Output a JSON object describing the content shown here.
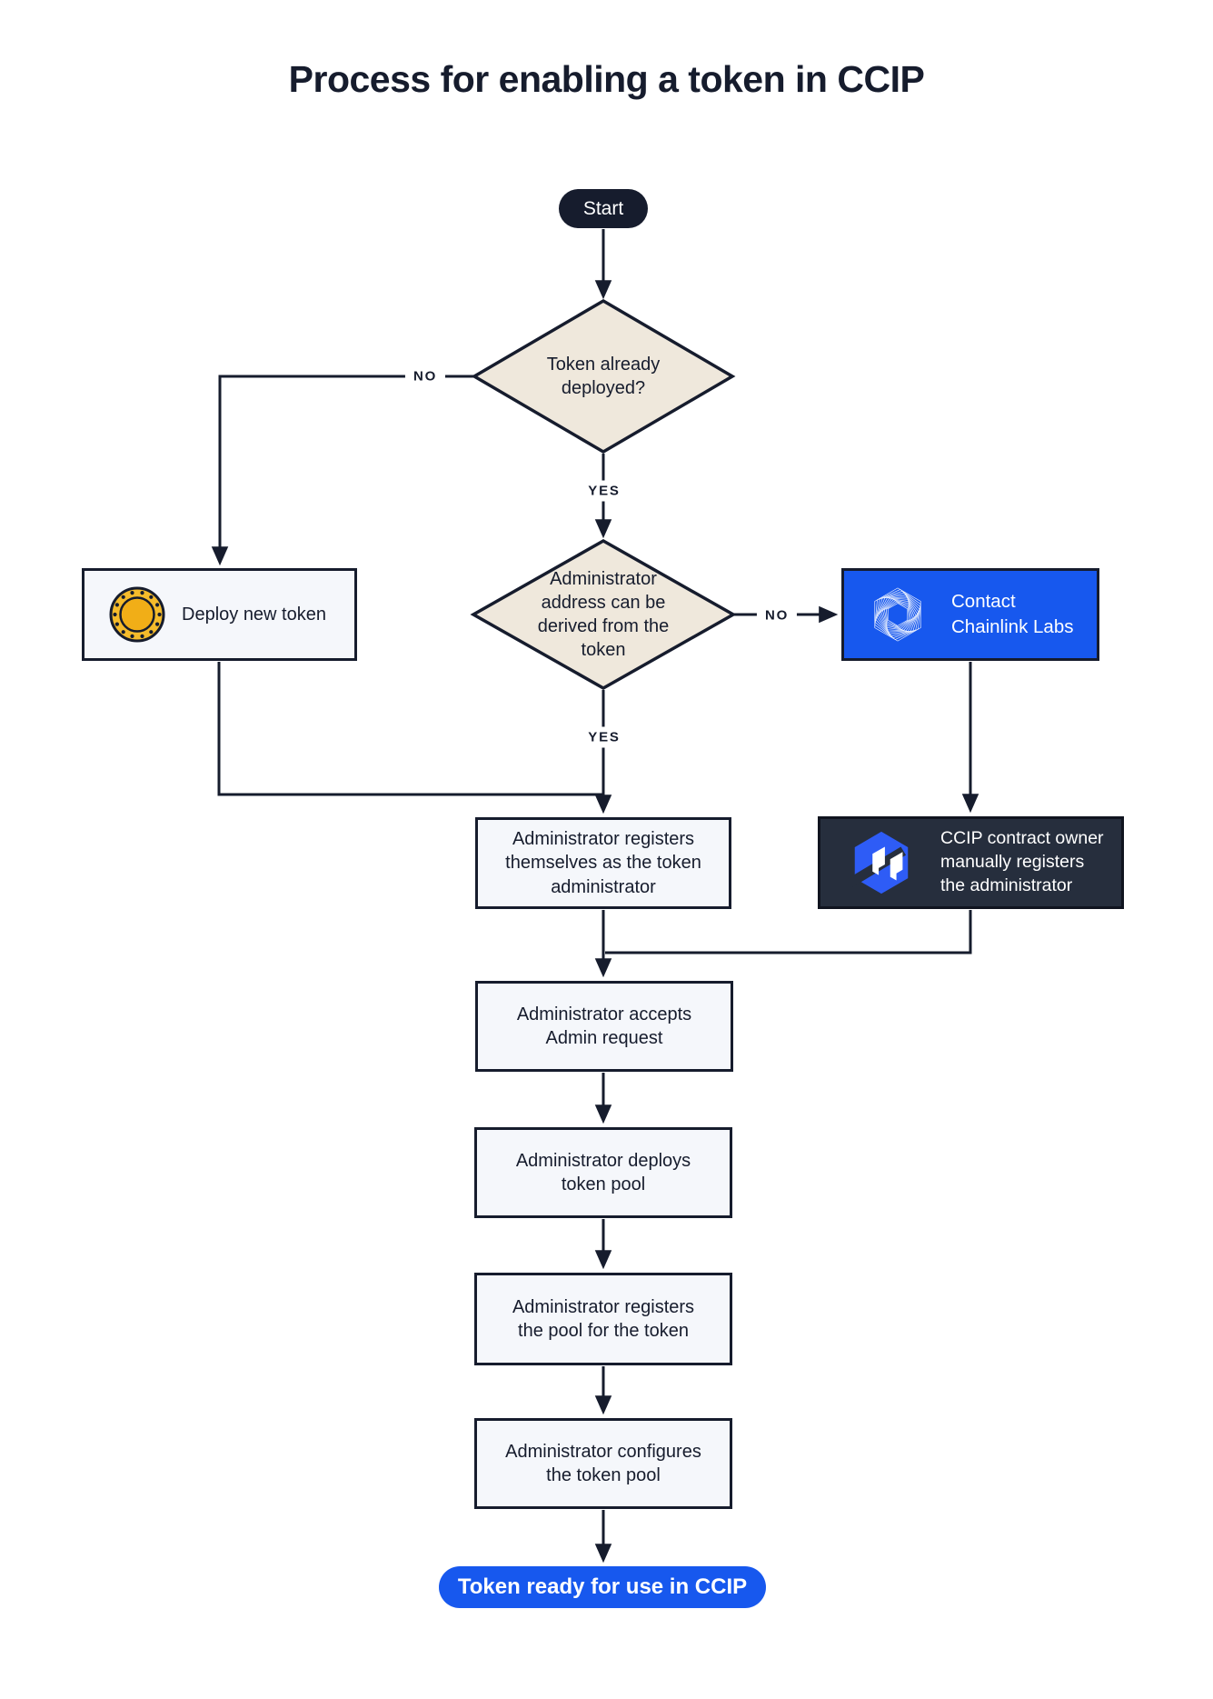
{
  "title": "Process for enabling a token in CCIP",
  "colors": {
    "ink": "#161C2D",
    "boxBg": "#F5F7FB",
    "diamondBg": "#EFE8DC",
    "blue": "#1758EE",
    "darkBox": "#262E3D",
    "coinGold": "#F5BB2B",
    "coinGoldDeep": "#F1AE17"
  },
  "nodes": {
    "start": {
      "label": "Start"
    },
    "decision_token_deployed": {
      "label": "Token already\ndeployed?"
    },
    "deploy_new_token": {
      "label": "Deploy new token",
      "icon": "coin-icon"
    },
    "decision_admin_address": {
      "label": "Administrator\naddress can be\nderived from the\ntoken"
    },
    "contact_chainlink": {
      "label": "Contact\nChainlink Labs",
      "icon": "chainlink-labs-logo"
    },
    "register_self": {
      "label": "Administrator registers\nthemselves as the token\nadministrator"
    },
    "manual_register": {
      "label": "CCIP contract owner\nmanually registers\nthe administrator",
      "icon": "ccip-logo"
    },
    "accept_request": {
      "label": "Administrator accepts\nAdmin request"
    },
    "deploy_pool": {
      "label": "Administrator deploys\ntoken pool"
    },
    "register_pool": {
      "label": "Administrator registers\nthe pool for the token"
    },
    "configure_pool": {
      "label": "Administrator configures\nthe token pool"
    },
    "end": {
      "label": "Token ready for use in CCIP"
    }
  },
  "edge_labels": {
    "no_token_deployed": "NO",
    "yes_token_deployed": "YES",
    "no_admin_address": "NO",
    "yes_admin_address": "YES"
  }
}
